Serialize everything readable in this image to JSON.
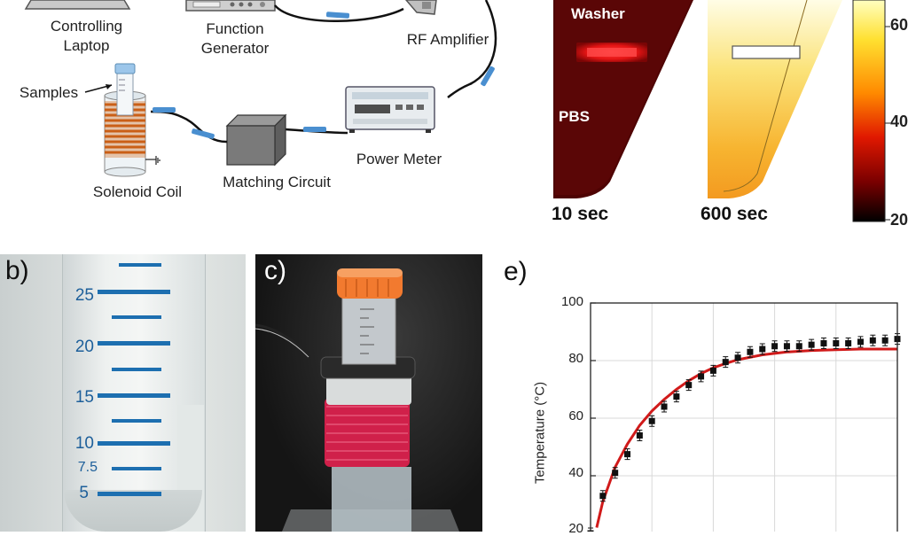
{
  "schematic": {
    "laptop_label": "Controlling\nLaptop",
    "function_generator_label": "Function\nGenerator",
    "rf_amplifier_label": "RF Amplifier",
    "power_meter_label": "Power Meter",
    "matching_circuit_label": "Matching Circuit",
    "solenoid_coil_label": "Solenoid Coil",
    "samples_label": "Samples"
  },
  "simulation": {
    "washer_label": "Washer",
    "pbs_label": "PBS",
    "time_left": "10 sec",
    "time_right": "600 sec",
    "colorbar_ticks": [
      "60",
      "40",
      "20"
    ]
  },
  "panels": {
    "b": "b)",
    "c": "c)",
    "e": "e)"
  },
  "tube_graduations": [
    "25",
    "20",
    "15",
    "10",
    "7.5",
    "5"
  ],
  "chart_data": {
    "type": "scatter",
    "ylabel": "Temperature (°C)",
    "xlabel": "",
    "ylim": [
      20,
      100
    ],
    "yticks": [
      "100",
      "80",
      "60",
      "40",
      "20"
    ],
    "grid": true,
    "series": [
      {
        "style": "points-with-errorbars",
        "color": "#111111",
        "x": [
          0,
          1,
          2,
          3,
          4,
          5,
          6,
          7,
          8,
          9,
          10,
          11,
          12,
          13,
          14,
          15,
          16,
          17,
          18,
          19,
          20,
          21,
          22,
          23,
          24,
          25
        ],
        "y": [
          20,
          33,
          41,
          47.5,
          54,
          59,
          64,
          67.5,
          71.5,
          74.5,
          76.5,
          79.5,
          81,
          83,
          84,
          85,
          85,
          85,
          85.5,
          86,
          86,
          86,
          86.5,
          87,
          87,
          87.5
        ]
      },
      {
        "style": "line",
        "color": "#d11a1a",
        "x": [
          0.5,
          1,
          2,
          3,
          4,
          5,
          6,
          7,
          8,
          9,
          10,
          11,
          12,
          14,
          16,
          18,
          20,
          22,
          25
        ],
        "y": [
          22,
          31,
          43,
          51,
          57.5,
          62.5,
          66.5,
          70,
          73,
          75.5,
          77.5,
          79,
          80.3,
          82,
          83,
          83.5,
          83.8,
          84,
          84
        ]
      }
    ],
    "xlim": [
      0,
      25
    ]
  },
  "colors": {
    "cable_blue": "#4a8fd0",
    "coil_orange": "#d2691e",
    "heat_dark": "#4a0000",
    "heat_yellow": "#f6c431",
    "fit_red": "#d11a1a"
  }
}
